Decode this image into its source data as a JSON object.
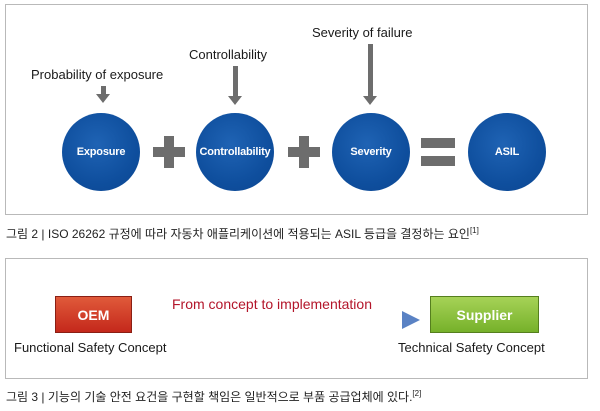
{
  "figure2": {
    "nodes": [
      "Exposure",
      "Controllability",
      "Severity",
      "ASIL"
    ],
    "labels": {
      "exposure": "Probability of exposure",
      "controllability": "Controllability",
      "severity": "Severity of failure"
    },
    "caption_main": "그림 2 | ISO 26262 규정에 따라 자동차 애플리케이션에 적용되는 ASIL 등급을 결정하는 요인",
    "caption_ref": "[1]",
    "colors": {
      "node": "#0f4f9e",
      "operator": "#6d6d6d"
    }
  },
  "figure3": {
    "oem_label": "OEM",
    "supplier_label": "Supplier",
    "flow_text": "From concept to implementation",
    "left_concept": "Functional Safety Concept",
    "right_concept": "Technical Safety Concept",
    "caption_main": "그림 3 | 기능의 기술 안전 요건을 구현할 책임은 일반적으로 부품 공급업체에 있다.",
    "caption_ref": "[2]",
    "colors": {
      "oem": "#c4281b",
      "supplier": "#76b12a",
      "arrow": "#3f67a8",
      "flow_text": "#b3152a"
    }
  }
}
